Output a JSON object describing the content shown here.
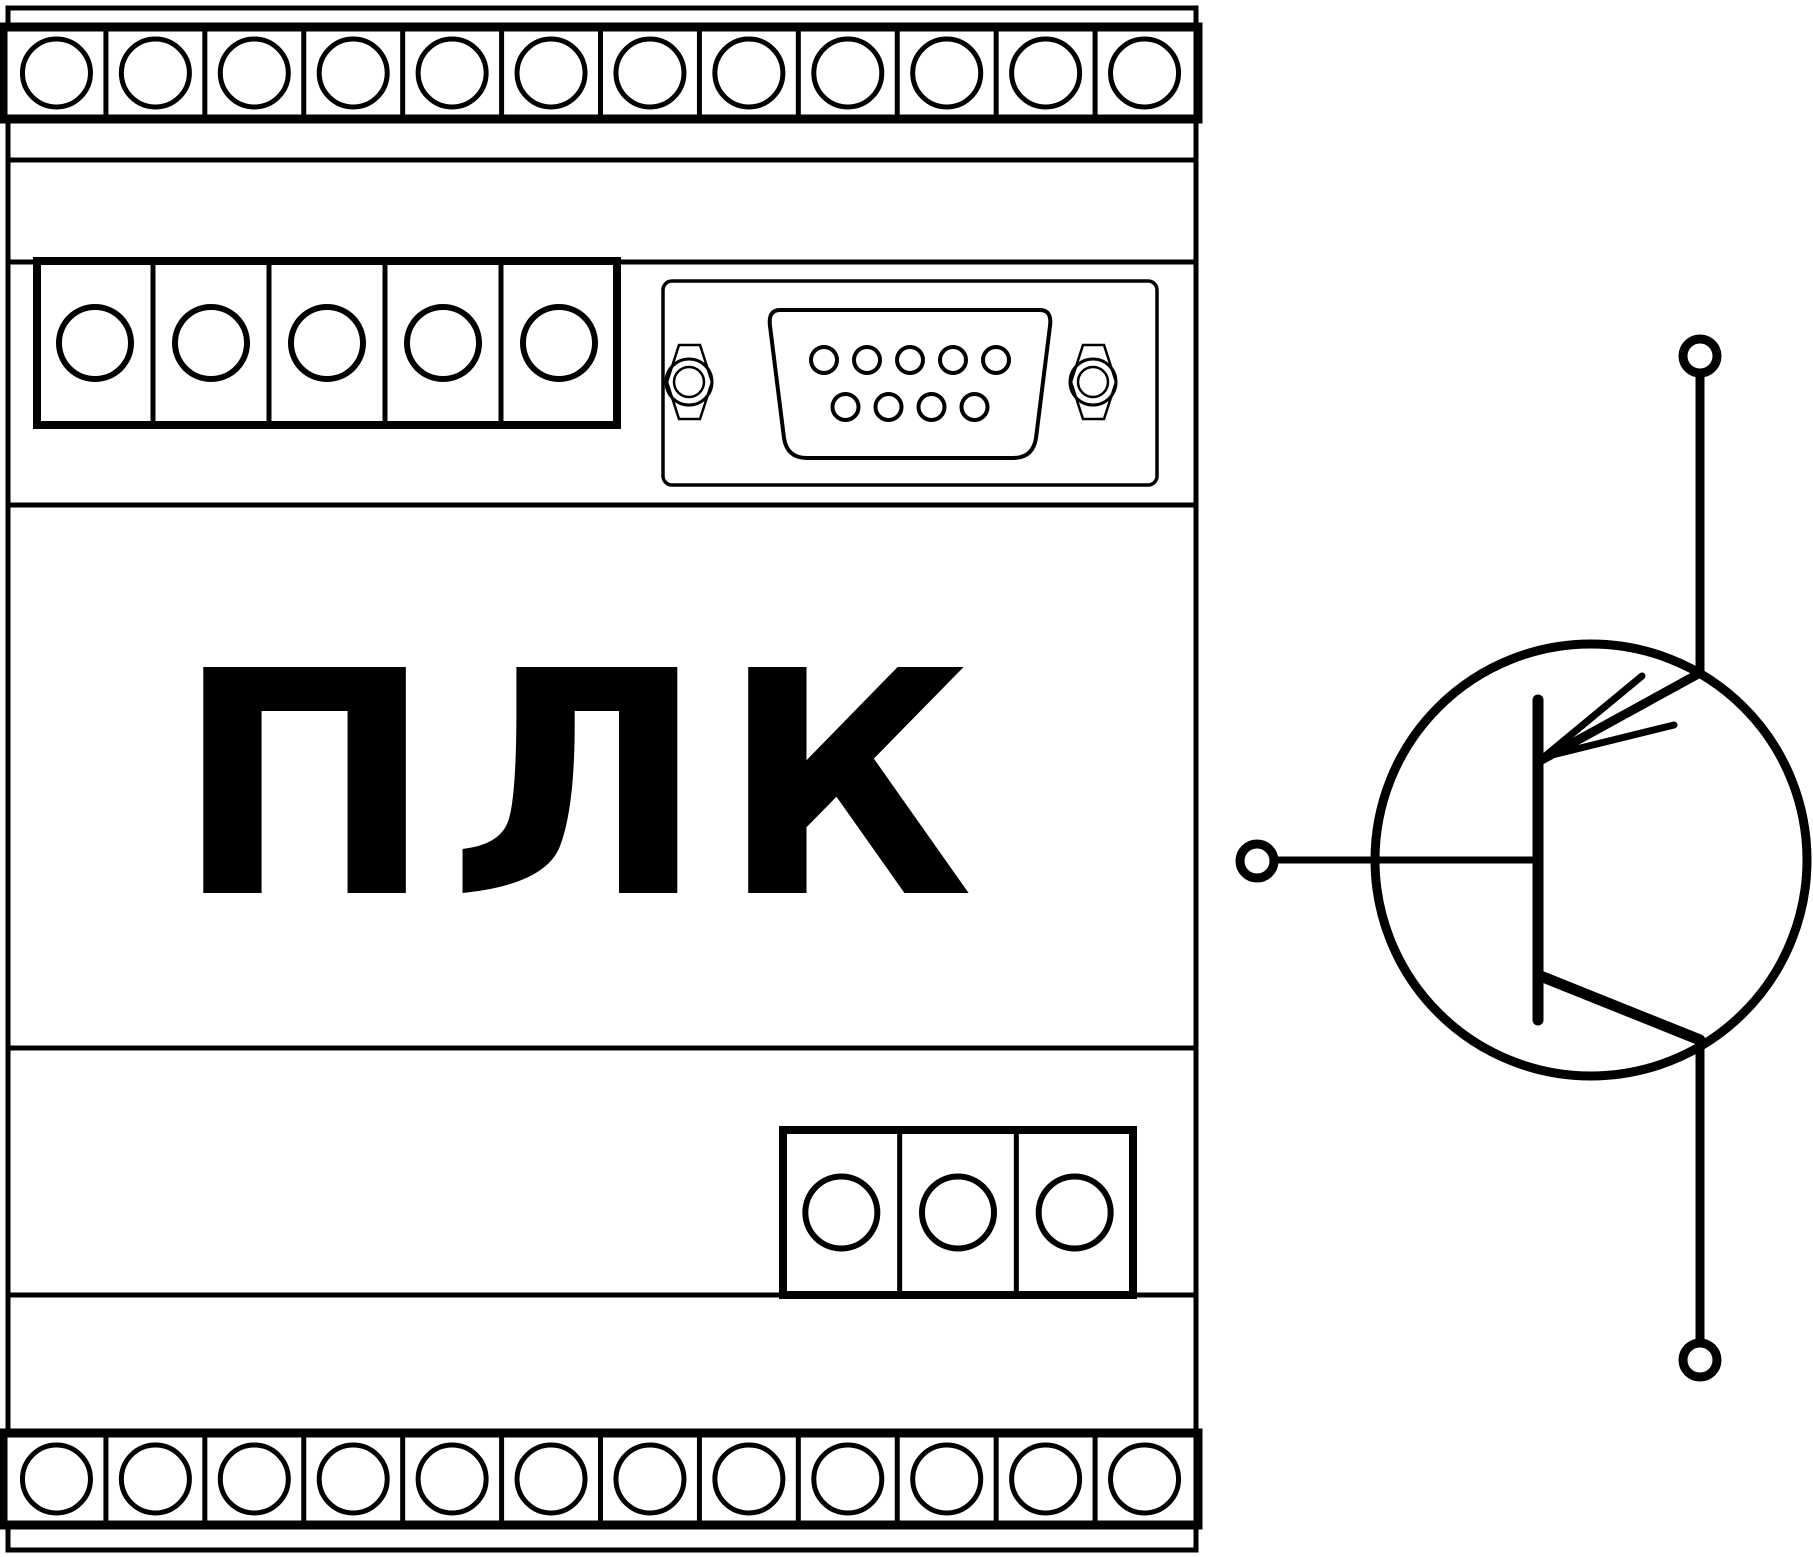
{
  "plc": {
    "label": "ПЛК",
    "top_terminal_count": 12,
    "bottom_terminal_count": 12,
    "left_block_terminal_count": 5,
    "right_block_terminal_count": 3,
    "serial_port": {
      "icon": "db9-connector-icon",
      "pins_top_row": 5,
      "pins_bottom_row": 4
    }
  },
  "transistor": {
    "icon": "pnp-transistor-symbol-icon",
    "type": "pnp",
    "terminals": [
      "base",
      "emitter",
      "collector"
    ]
  },
  "colors": {
    "stroke": "#000000",
    "background": "#ffffff"
  }
}
